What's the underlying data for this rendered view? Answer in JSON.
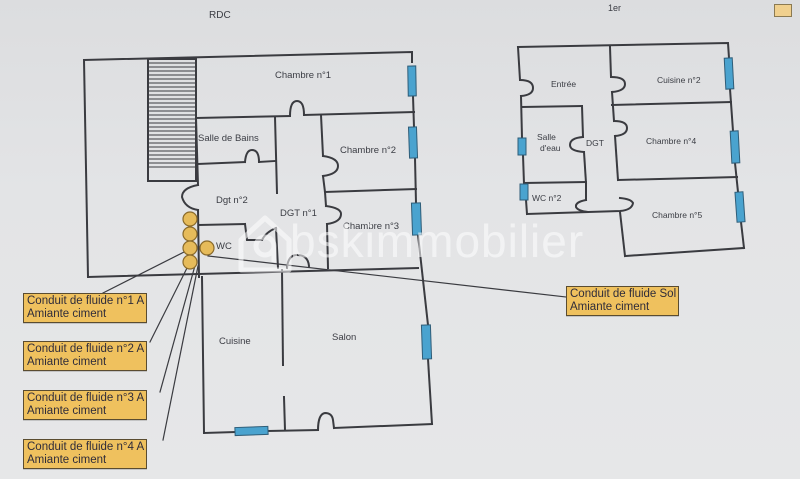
{
  "floors": {
    "ground": {
      "title": "RDC"
    },
    "first": {
      "title": "1er"
    }
  },
  "rooms_ground": {
    "chambre1": "Chambre n°1",
    "salle_bains": "Salle de Bains",
    "chambre2": "Chambre n°2",
    "dgt2": "Dgt n°2",
    "dgt1": "DGT n°1",
    "chambre3": "Chambre n°3",
    "wc": "WC",
    "cuisine": "Cuisine",
    "salon": "Salon"
  },
  "rooms_first": {
    "entree": "Entrée",
    "cuisine2": "Cuisine n°2",
    "salle_eau_1": "Salle",
    "salle_eau_2": "d'eau",
    "dgt": "DGT",
    "chambre4": "Chambre n°4",
    "wc2": "WC n°2",
    "chambre5": "Chambre n°5"
  },
  "callouts": [
    {
      "line1": "Conduit de fluide n°1 A",
      "line2": "Amiante ciment"
    },
    {
      "line1": "Conduit de fluide n°2 A",
      "line2": "Amiante ciment"
    },
    {
      "line1": "Conduit de fluide n°3 A",
      "line2": "Amiante ciment"
    },
    {
      "line1": "Conduit de fluide n°4 A",
      "line2": "Amiante ciment"
    },
    {
      "line1": "Conduit de fluide Sol",
      "line2": "Amiante ciment"
    }
  ],
  "watermark": {
    "text": "bskimmobilier"
  },
  "colors": {
    "wall": "#3a3b40",
    "window": "#4aa3cf",
    "asbestos_marker": "#e6bb5a",
    "callout_bg": "#efc15e",
    "background": "#e3e4e6"
  }
}
